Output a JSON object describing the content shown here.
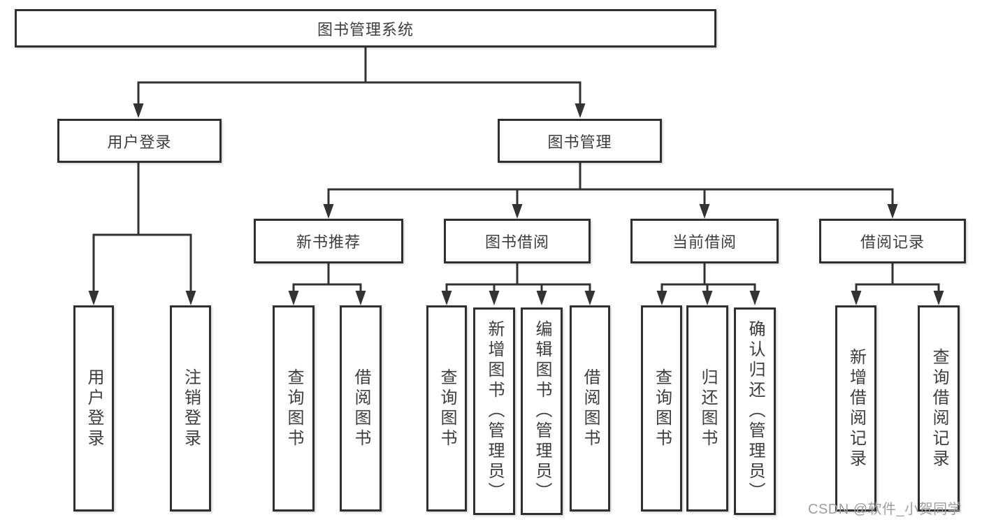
{
  "root_label": "图书管理系统",
  "level2": [
    {
      "label": "用户登录",
      "children": [
        "用户登录",
        "注销登录"
      ]
    },
    {
      "label": "图书管理"
    }
  ],
  "groups": [
    {
      "label": "新书推荐",
      "children": [
        "查询图书",
        "借阅图书"
      ]
    },
    {
      "label": "图书借阅",
      "children": [
        "查询图书",
        "新增图书（管理员）",
        "编辑图书（管理员）",
        "借阅图书"
      ]
    },
    {
      "label": "当前借阅",
      "children": [
        "查询图书",
        "归还图书",
        "确认归还（管理员）"
      ]
    },
    {
      "label": "借阅记录",
      "children": [
        "新增借阅记录",
        "查询借阅记录"
      ]
    }
  ],
  "watermark": "CSDN @软件_小贺同学",
  "colors": {
    "line": "#333333",
    "border": "#2f2f2f",
    "text": "#3d3d3d",
    "watermark_text": "#9e9e9e",
    "background": "#ffffff"
  }
}
